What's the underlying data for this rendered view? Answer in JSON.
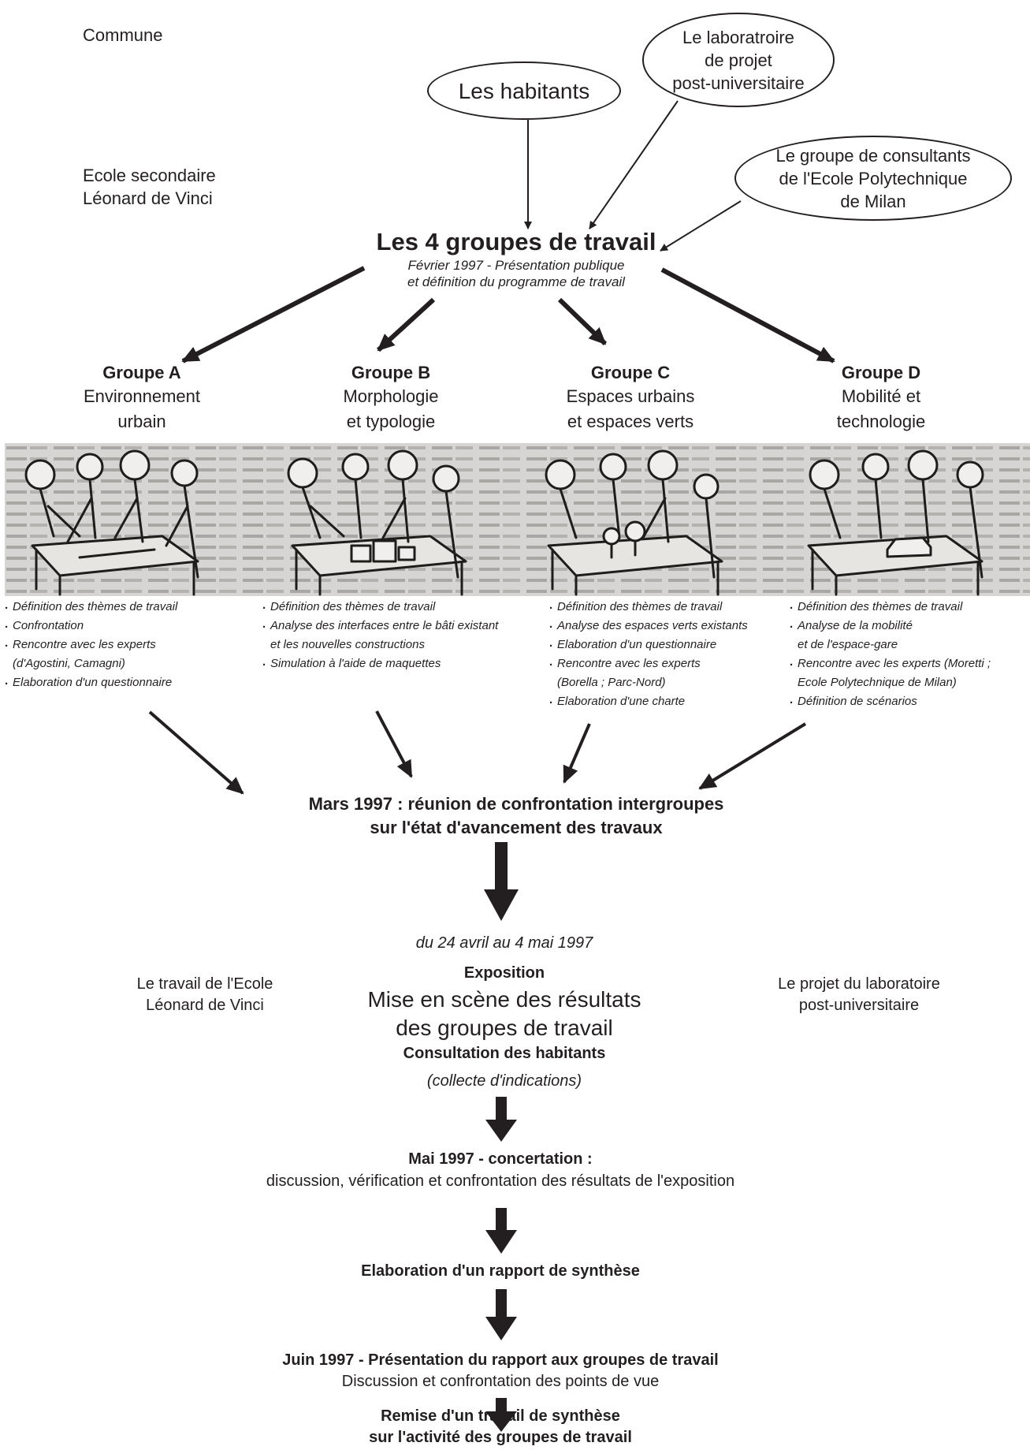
{
  "labels": {
    "commune": "Commune",
    "ecole": "Ecole secondaire\nLéonard de Vinci"
  },
  "ellipses": {
    "habitants": "Les habitants",
    "laboratoire": "Le laboratroire\nde projet\npost-universitaire",
    "consultants": "Le groupe de consultants\nde l'Ecole Polytechnique\nde Milan"
  },
  "center": {
    "title": "Les 4 groupes de travail",
    "subtitle": "Février 1997 - Présentation publique\net définition du programme de travail"
  },
  "groups": [
    {
      "title": "Groupe A",
      "desc": "Environnement\nurbain",
      "steps": [
        "Définition des thèmes de travail",
        "Confrontation",
        "Rencontre avec les experts",
        "(d'Agostini, Camagni)",
        "Elaboration d'un questionnaire"
      ]
    },
    {
      "title": "Groupe B",
      "desc": "Morphologie\net typologie",
      "steps": [
        "Définition des thèmes de travail",
        "Analyse des interfaces entre le bâti existant",
        "et les nouvelles constructions",
        "Simulation à l'aide de maquettes"
      ]
    },
    {
      "title": "Groupe C",
      "desc": "Espaces urbains\net espaces verts",
      "steps": [
        "Définition des thèmes de travail",
        "Analyse des espaces verts existants",
        "Elaboration d'un questionnaire",
        "Rencontre avec les experts",
        "(Borella ; Parc-Nord)",
        "Elaboration d'une charte"
      ]
    },
    {
      "title": "Groupe D",
      "desc": "Mobilité et\ntechnologie",
      "steps": [
        "Définition des thèmes de travail",
        "Analyse de la mobilité",
        "et de l'espace-gare",
        "Rencontre avec les experts (Moretti ;",
        "Ecole Polytechnique de Milan)",
        "Définition de scénarios"
      ]
    }
  ],
  "mars": "Mars 1997 : réunion de confrontation intergroupes\nsur l'état d'avancement des travaux",
  "exposition": {
    "dates": "du 24 avril au 4 mai 1997",
    "title": "Exposition",
    "mise": "Mise en scène des résultats\ndes groupes de travail",
    "consultation": "Consultation des habitants",
    "collecte": "(collecte d'indications)",
    "left": "Le travail de l'Ecole\nLéonard de Vinci",
    "right": "Le projet du laboratoire\npost-universitaire"
  },
  "mai": {
    "title": "Mai 1997 - concertation :",
    "desc": "discussion, vérification et confrontation des résultats de l'exposition"
  },
  "rapport": "Elaboration d'un rapport de synthèse",
  "juin": {
    "title": "Juin 1997 - Présentation du rapport aux groupes de travail",
    "desc": "Discussion et confrontation des points de vue"
  },
  "remise": "Remise d'un travail de synthèse\nsur l'activité des groupes de travail"
}
